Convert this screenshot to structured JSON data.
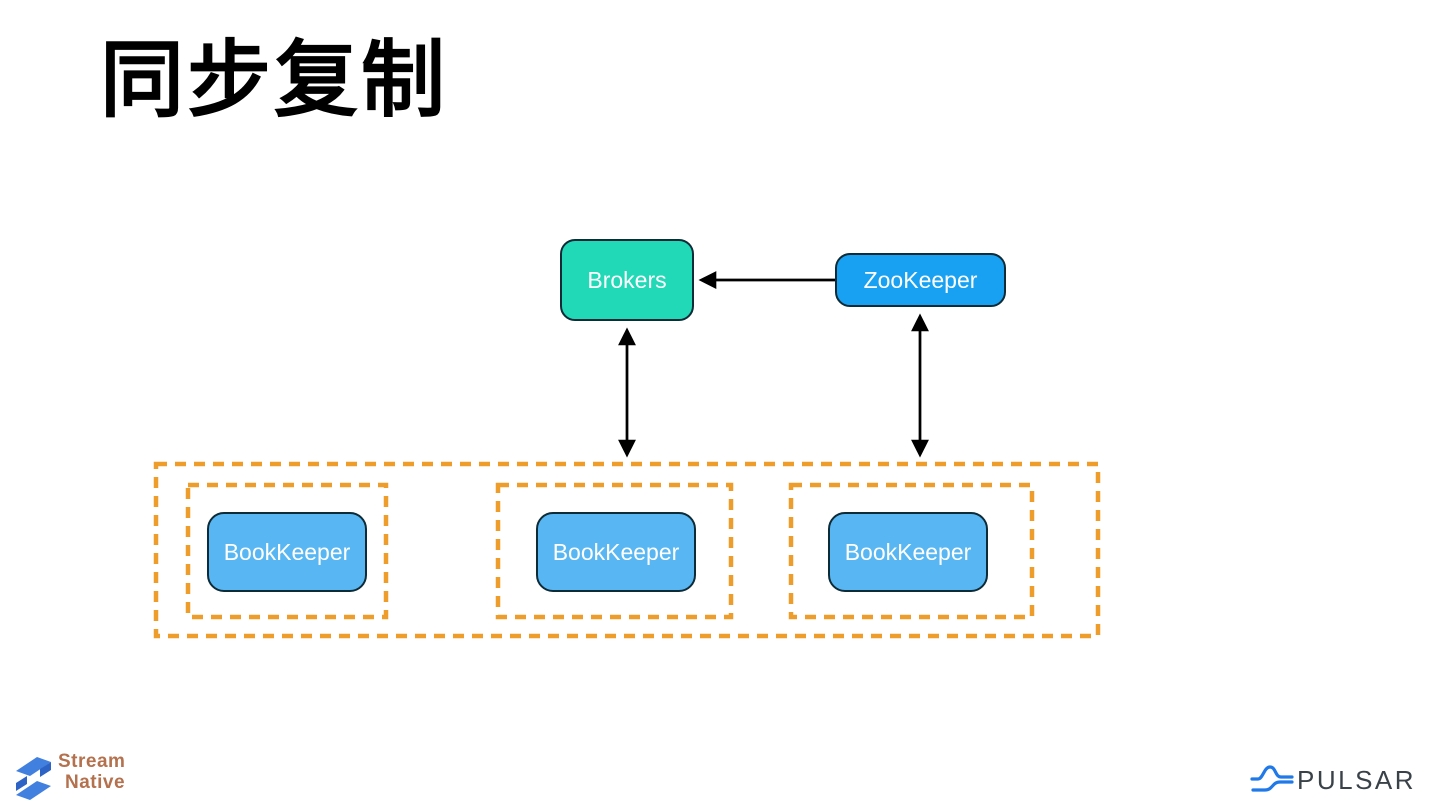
{
  "slide": {
    "title": "同步复制"
  },
  "diagram": {
    "brokers_label": "Brokers",
    "zookeeper_label": "ZooKeeper",
    "bookkeeper_labels": [
      "BookKeeper",
      "BookKeeper",
      "BookKeeper"
    ],
    "connections": [
      "zookeeper -> brokers (single arrow, leftward)",
      "brokers <-> bookkeeper-cluster (double arrow, vertical)",
      "zookeeper <-> bookkeeper-cluster (double arrow, vertical)"
    ]
  },
  "footer": {
    "streamnative_line1": "Stream",
    "streamnative_line2": "Native",
    "pulsar_wordmark": "PULSAR"
  },
  "colors": {
    "title_text": "#000000",
    "brokers_fill": "#21D9B6",
    "zookeeper_fill": "#18A1F2",
    "bookkeeper_fill": "#58B7F3",
    "node_border": "#0E2B38",
    "node_text": "#FFFFFF",
    "cluster_border": "#EE9D2B",
    "arrow": "#000000",
    "streamnative_blue": "#4180DF",
    "streamnative_fold": "#2E63C6",
    "streamnative_text": "#B4714E",
    "pulsar_blue": "#2079E8",
    "pulsar_text": "#3A4249"
  }
}
